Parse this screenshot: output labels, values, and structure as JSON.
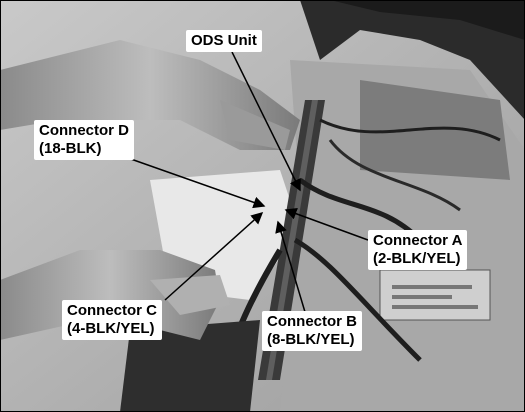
{
  "figure": {
    "labels": {
      "ods": {
        "line1": "ODS Unit"
      },
      "conn_d": {
        "line1": "Connector D",
        "line2": "(18-BLK)"
      },
      "conn_a": {
        "line1": "Connector A",
        "line2": "(2-BLK/YEL)"
      },
      "conn_c": {
        "line1": "Connector C",
        "line2": "(4-BLK/YEL)"
      },
      "conn_b": {
        "line1": "Connector B",
        "line2": "(8-BLK/YEL)"
      }
    },
    "colors": {
      "leader": "#000000",
      "callout_bg": "#ffffff",
      "photo_mid": "#9a9a9a",
      "photo_dark": "#2b2b2b"
    }
  }
}
